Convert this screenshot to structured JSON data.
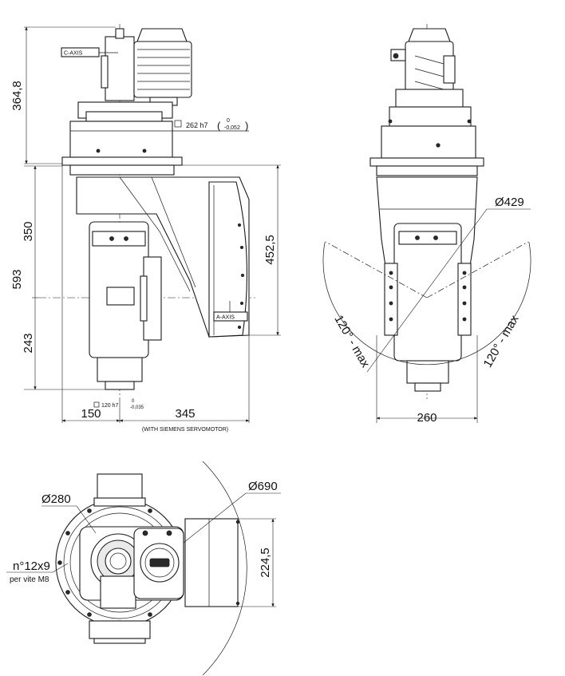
{
  "front_view": {
    "dim_height_top": "364,8",
    "dim_upper": "350",
    "dim_total": "593",
    "dim_lower": "243",
    "dim_right": "452,5",
    "dim_left_width": "150",
    "dim_right_width": "345",
    "servo_note": "(WITH SIEMENS SERVOMOTOR)",
    "c_axis_label": "C-AXIS",
    "a_axis_label": "A-AXIS",
    "flange_prefix": "262 h7",
    "flange_tol_upper": "0",
    "flange_tol_lower": "-0,052",
    "spindle_prefix": "120 h7",
    "spindle_tol_upper": "0",
    "spindle_tol_lower": "-0,035"
  },
  "side_view": {
    "dia_label": "Ø429",
    "angle_left": "120° - max",
    "angle_right": "120° - max",
    "width_label": "260"
  },
  "top_view": {
    "dia_small": "Ø280",
    "dia_large": "Ø690",
    "height_label": "224,5",
    "holes_label": "n°12x9",
    "screws_label": "per vite M8"
  }
}
